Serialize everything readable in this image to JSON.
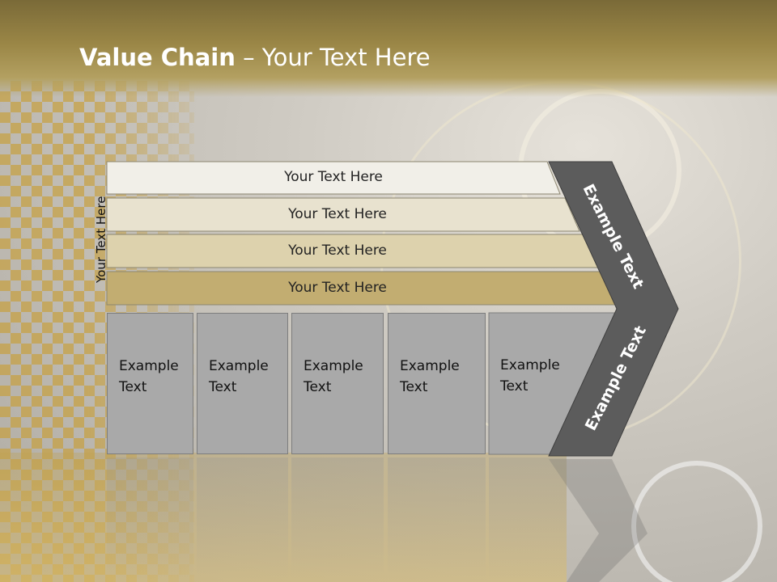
{
  "slide": {
    "title_bold": "Value Chain",
    "title_rest": " – Your Text Here",
    "vertical_label": "Your Text Here",
    "bars": [
      {
        "label": "Your Text Here",
        "color": "#f1efe8"
      },
      {
        "label": "Your Text Here",
        "color": "#e8e2cf"
      },
      {
        "label": "Your Text Here",
        "color": "#ddd2ad"
      },
      {
        "label": "Your Text Here",
        "color": "#c2ad71"
      }
    ],
    "columns": [
      {
        "line1": "Example",
        "line2": "Text"
      },
      {
        "line1": "Example",
        "line2": "Text"
      },
      {
        "line1": "Example",
        "line2": "Text"
      },
      {
        "line1": "Example",
        "line2": "Text"
      },
      {
        "line1": "Example",
        "line2": "Text"
      }
    ],
    "arrow_top_text": "Example Text",
    "arrow_bottom_text": "Example Text",
    "arrow_color": "#5c5c5c"
  }
}
